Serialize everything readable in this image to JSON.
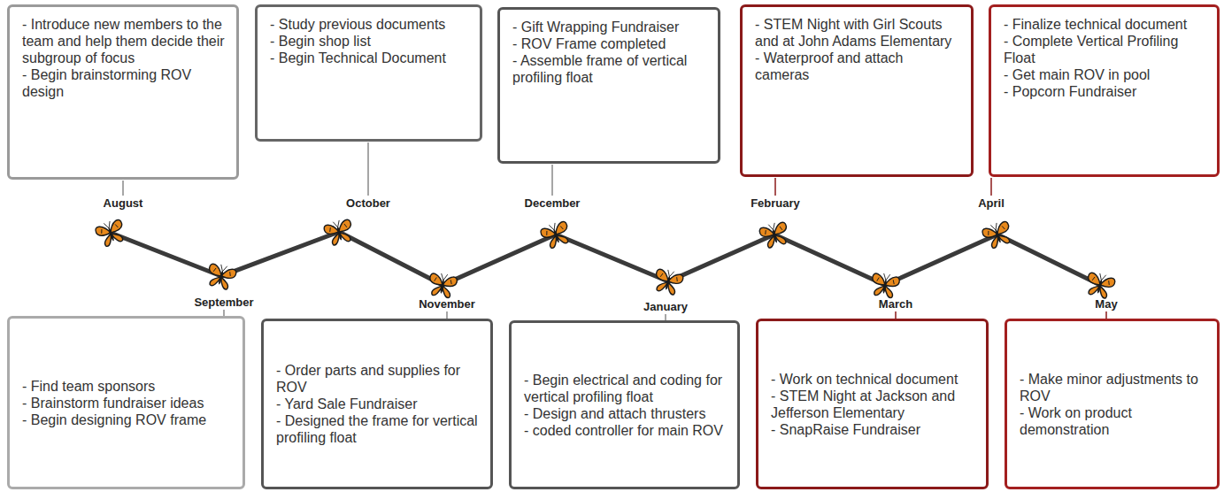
{
  "diagram": {
    "nodes": [
      {
        "text": [
          "- Introduce new members to the team and help them decide their subgroup of focus",
          "- Begin brainstorming ROV design"
        ]
      },
      {
        "text": [
          "- Find team sponsors",
          "- Brainstorm fundraiser ideas",
          "- Begin designing ROV frame"
        ]
      },
      {
        "text": [
          "- Study previous documents",
          "- Begin shop list",
          "- Begin Technical Document"
        ]
      },
      {
        "text": [
          "- Order parts and supplies for ROV",
          "- Yard Sale Fundraiser",
          "- Designed the frame for vertical profiling float"
        ]
      },
      {
        "text": [
          "- Gift Wrapping Fundraiser",
          "- ROV Frame completed",
          "- Assemble frame of vertical profiling float"
        ]
      },
      {
        "text": [
          "- Begin electrical and coding for vertical profiling float",
          "- Design and attach thrusters",
          "- coded controller for main ROV"
        ]
      },
      {
        "text": [
          "- STEM Night with Girl Scouts and at John Adams Elementary",
          "- Waterproof and attach cameras"
        ]
      },
      {
        "text": [
          "- Work on technical document",
          "- STEM Night at Jackson and Jefferson Elementary",
          "- SnapRaise Fundraiser"
        ]
      },
      {
        "text": [
          "- Finalize technical document",
          "- Complete Vertical Profiling Float",
          "- Get main ROV in pool",
          "- Popcorn Fundraiser"
        ]
      },
      {
        "text": [
          "- Make minor adjustments to ROV",
          "- Work on product demonstration"
        ]
      }
    ],
    "labels": [
      "August",
      "September",
      "October",
      "November",
      "December",
      "January",
      "February",
      "March",
      "April",
      "May"
    ]
  }
}
